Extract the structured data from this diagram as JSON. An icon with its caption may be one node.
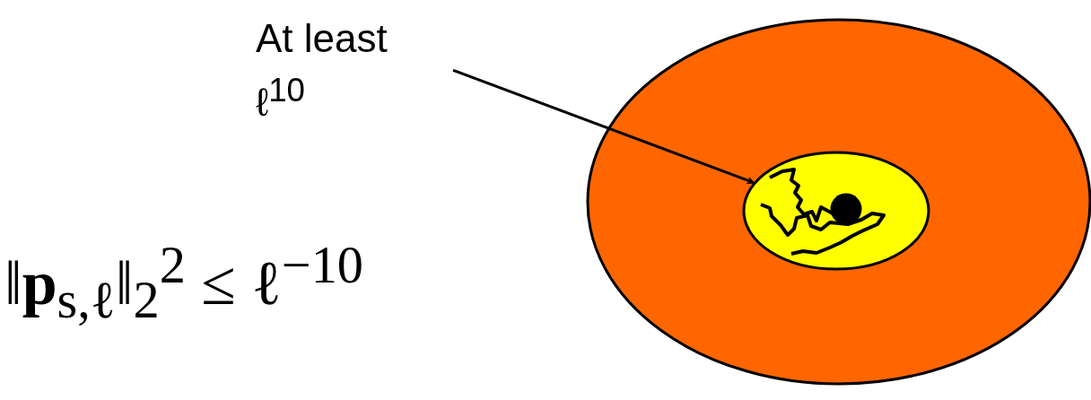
{
  "diagram": {
    "nodes": [
      {
        "text": [
          "At least ℓ$^{10}$"
        ]
      },
      {
        "text": [],
        "shape": "ellipse"
      },
      {
        "text": [],
        "shape": "ellipse",
        "in": 1
      },
      {
        "text": [],
        "shape": "circle",
        "in": 2
      }
    ],
    "edges": [
      {
        "from": 0,
        "to": 2,
        "arrow": "to"
      }
    ],
    "labels": [
      "‖**p**$_{s,ℓ}$‖$_{2}$$^{2}$ ≤ ℓ$^{−10}$"
    ]
  }
}
